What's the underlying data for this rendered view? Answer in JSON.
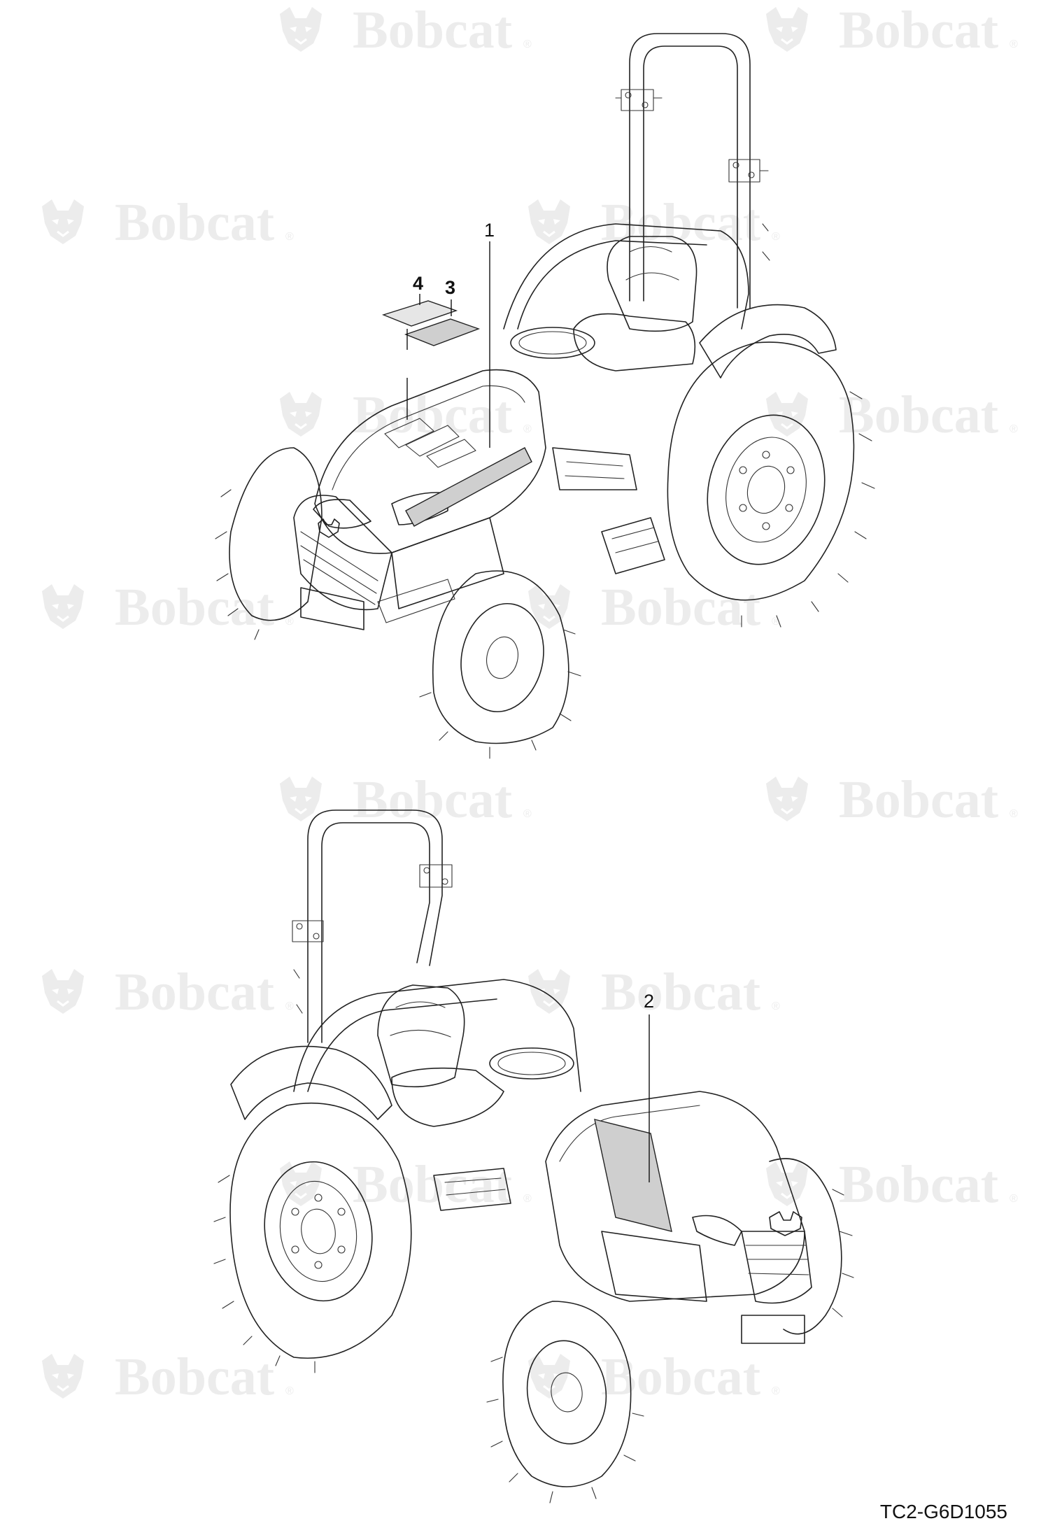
{
  "watermark": {
    "brand": "Bobcat",
    "mark": "®",
    "icon": "bobcat-head-logo"
  },
  "callouts": [
    {
      "id": "1",
      "label": "1"
    },
    {
      "id": "2",
      "label": "2"
    },
    {
      "id": "3",
      "label": "3"
    },
    {
      "id": "4",
      "label": "4"
    }
  ],
  "reference_code": "TC2-G6D1055",
  "colors": {
    "line": "#222222",
    "decal_fill": "#cfcfcf",
    "watermark": "#ececec",
    "background": "#ffffff"
  }
}
